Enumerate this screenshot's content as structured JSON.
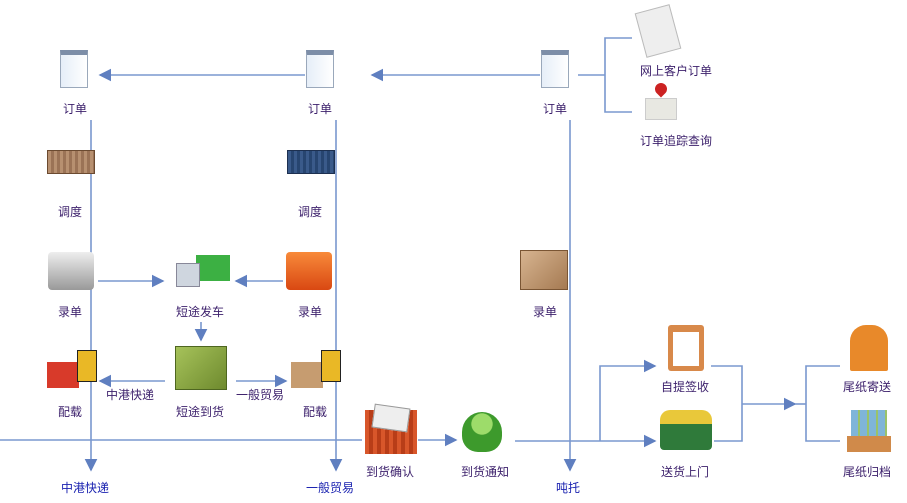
{
  "nodes": {
    "order_left": "订单",
    "order_mid": "订单",
    "order_right": "订单",
    "online_order": "网上客户订单",
    "order_tracking": "订单追踪查询",
    "dispatch_left": "调度",
    "dispatch_mid": "调度",
    "entry_left": "录单",
    "short_departure": "短途发车",
    "entry_mid": "录单",
    "entry_right": "录单",
    "load_left": "配载",
    "short_arrival": "短途到货",
    "load_mid": "配载",
    "express_mid": "中港快递",
    "general_trade_mid": "一般贸易",
    "arrival_confirm": "到货确认",
    "arrival_notice": "到货通知",
    "self_pickup": "自提签收",
    "home_delivery": "送货上门",
    "tail_mail": "尾纸寄送",
    "tail_archive": "尾纸归档"
  },
  "outputs": {
    "express": "中港快递",
    "general_trade": "一般贸易",
    "tonnage": "吨托"
  },
  "colors": {
    "line": "#6f8fcb",
    "label": "#3b1f6b",
    "output_label": "#1a22b0"
  }
}
